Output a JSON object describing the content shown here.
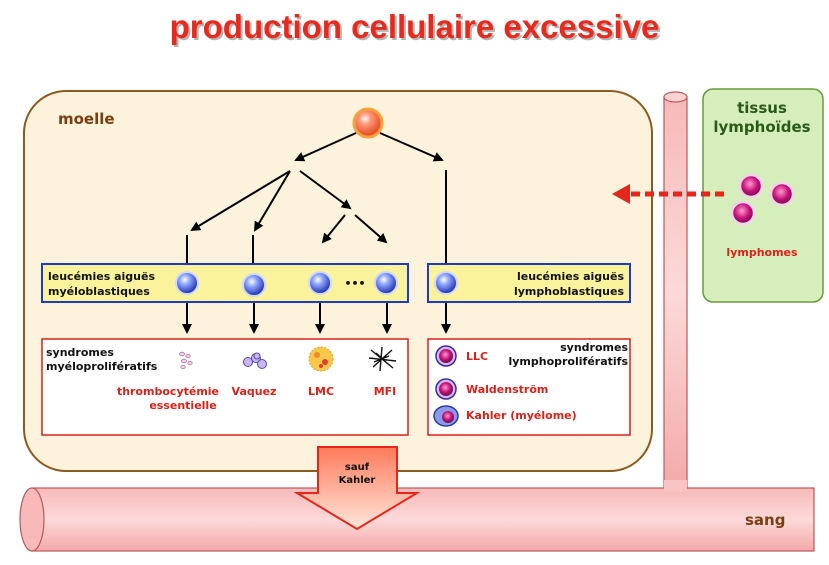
{
  "title": "production cellulaire excessive",
  "colors": {
    "title": "#e8291c",
    "marrow_bg": "#fdf2dc",
    "marrow_border": "#8a5a1e",
    "yellow_band": "#fbf39c",
    "band_border": "#1f3bbf",
    "syndrome_border": "#d8211a",
    "vessel": "#f9c4c4",
    "lymph_tissue": "#d6eebb"
  },
  "marrow": {
    "label": "moelle"
  },
  "myeloid_acute": {
    "label_line1": "leucémies aiguës",
    "label_line2": "myéloblastiques",
    "ellipsis": "•••"
  },
  "lymphoid_acute": {
    "label_line1": "leucémies aiguës",
    "label_line2": "lymphoblastiques"
  },
  "myeloproliferative": {
    "title_line1": "syndromes",
    "title_line2": "myéloprolifératifs",
    "items": [
      {
        "line1": "thrombocytémie",
        "line2": "essentielle"
      },
      {
        "line1": "Vaquez"
      },
      {
        "line1": "LMC"
      },
      {
        "line1": "MFI"
      }
    ]
  },
  "lymphoproliferative": {
    "title_line1": "syndromes",
    "title_line2": "lymphoprolifératifs",
    "items": [
      "LLC",
      "Waldenström",
      "Kahler (myélome)"
    ]
  },
  "lymphoid_tissue": {
    "label_line1": "tissus",
    "label_line2": "lymphoïdes",
    "sublabel": "lymphomes"
  },
  "arrow_down": {
    "line1": "sauf",
    "line2": "Kahler"
  },
  "blood": {
    "label": "sang"
  }
}
